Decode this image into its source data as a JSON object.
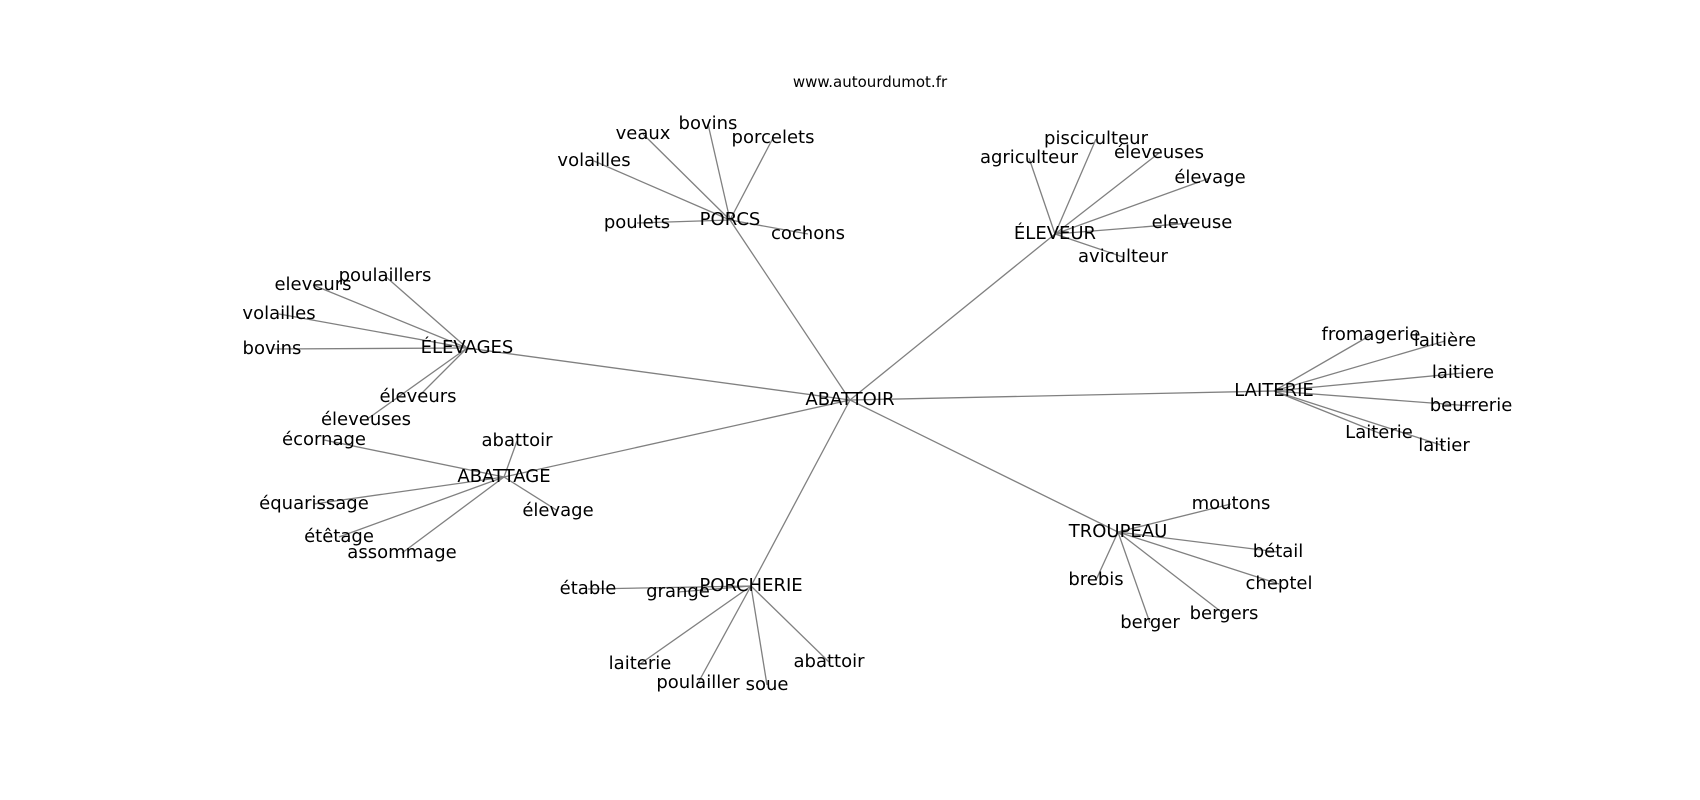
{
  "watermark": "www.autourdumot.fr",
  "colors": {
    "edge": "#808080",
    "text": "#000000",
    "background": "#ffffff"
  },
  "root": "ABATTOIR",
  "hubs": [
    {
      "id": "porcs",
      "label": "PORCS",
      "leaves": [
        "veaux",
        "bovins",
        "porcelets",
        "volailles",
        "poulets",
        "cochons"
      ]
    },
    {
      "id": "eleveur",
      "label": "ÉLEVEUR",
      "leaves": [
        "pisciculteur",
        "agriculteur",
        "éleveuses",
        "élevage",
        "eleveuse",
        "aviculteur"
      ]
    },
    {
      "id": "elevages",
      "label": "ÉLEVAGES",
      "leaves": [
        "poulaillers",
        "eleveurs",
        "volailles",
        "bovins",
        "éleveurs",
        "éleveuses"
      ]
    },
    {
      "id": "laiterie",
      "label": "LAITERIE",
      "leaves": [
        "fromagerie",
        "laitière",
        "laitiere",
        "beurrerie",
        "Laiterie",
        "laitier"
      ]
    },
    {
      "id": "abattage",
      "label": "ABATTAGE",
      "leaves": [
        "abattoir",
        "écornage",
        "équarissage",
        "élevage",
        "étêtage",
        "assommage"
      ]
    },
    {
      "id": "troupeau",
      "label": "TROUPEAU",
      "leaves": [
        "moutons",
        "bétail",
        "cheptel",
        "brebis",
        "bergers",
        "berger"
      ]
    },
    {
      "id": "porcherie",
      "label": "PORCHERIE",
      "leaves": [
        "étable",
        "grange",
        "laiterie",
        "abattoir",
        "poulailler",
        "soue"
      ]
    }
  ]
}
